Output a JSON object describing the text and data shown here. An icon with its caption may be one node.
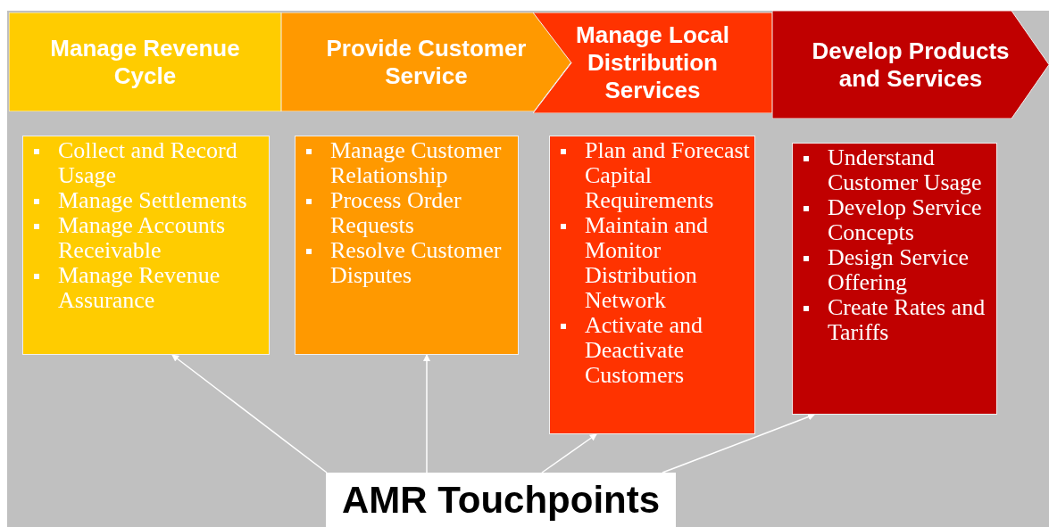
{
  "diagram": {
    "nodes": [
      {
        "text": [
          "Manage Revenue Cycle"
        ]
      },
      {
        "text": [
          "Provide Customer Service"
        ]
      },
      {
        "text": [
          "Manage Local Distribution Services"
        ]
      },
      {
        "text": [
          "Develop Products and Services"
        ]
      },
      {
        "text": [
          "Collect and Record Usage",
          "Manage Settlements",
          "Manage Accounts Receivable",
          "Manage Revenue Assurance"
        ]
      },
      {
        "text": [
          "Manage Customer Relationship",
          "Process Order Requests",
          "Resolve Customer Disputes"
        ]
      },
      {
        "text": [
          "Plan and Forecast Capital Requirements",
          "Maintain and Monitor Distribution Network",
          "Activate and Deactivate Customers"
        ]
      },
      {
        "text": [
          "Understand Customer Usage",
          "Develop Service Concepts",
          "Design Service Offering",
          "Create Rates and Tariffs"
        ]
      },
      {
        "text": [
          "AMR Touchpoints"
        ]
      }
    ],
    "edges": [
      {
        "from": 8,
        "to": 4,
        "arrow": "to"
      },
      {
        "from": 8,
        "to": 5,
        "arrow": "to"
      },
      {
        "from": 8,
        "to": 6,
        "arrow": "to"
      },
      {
        "from": 8,
        "to": 7,
        "arrow": "to"
      }
    ]
  }
}
